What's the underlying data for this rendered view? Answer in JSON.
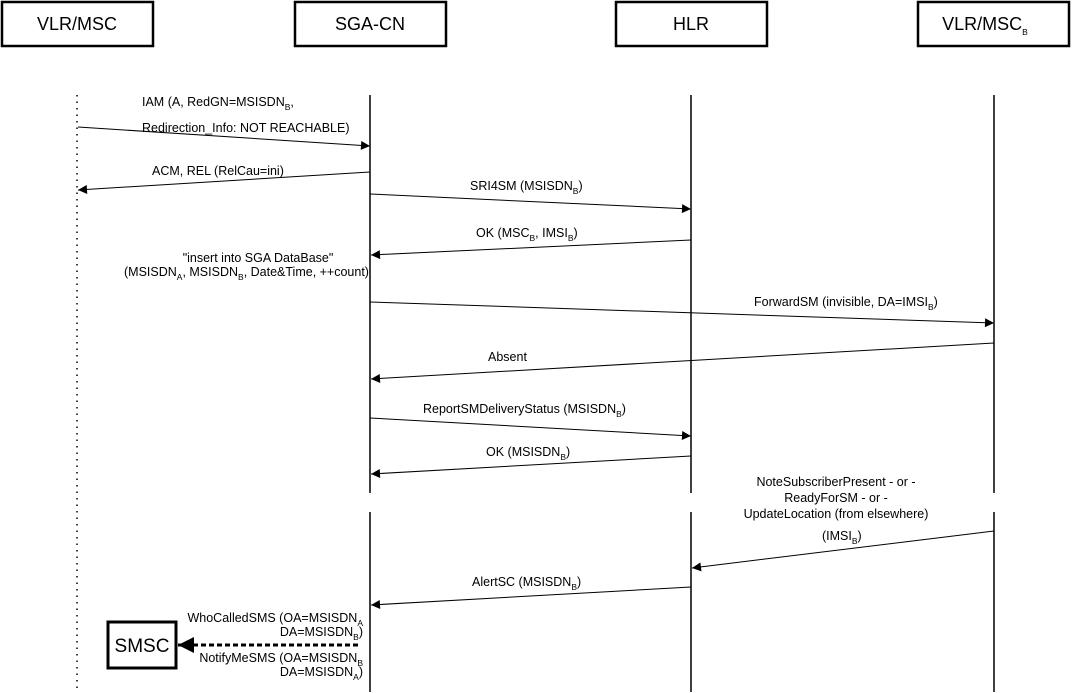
{
  "entities": {
    "vlr_msc": "VLR/MSC",
    "sga_cn": "SGA-CN",
    "hlr": "HLR",
    "vlr_msc_b_main": "VLR/MSC",
    "vlr_msc_b_sub": "B"
  },
  "smsc": "SMSC",
  "messages": {
    "iam_l1a": "IAM (A, RedGN=MSISDN",
    "iam_l1b": "B",
    "iam_l1c": ",",
    "iam_l2": "Redirection_Info: NOT REACHABLE)",
    "acm": "ACM, REL (RelCau=ini)",
    "sri4sm_a": "SRI4SM (MSISDN",
    "sri4sm_b": "B",
    "sri4sm_c": ")",
    "ok1_a": "OK (MSC",
    "ok1_b": "B",
    "ok1_c": ", IMSI",
    "ok1_d": "B",
    "ok1_e": ")",
    "insert_l1": "\"insert into SGA DataBase\"",
    "insert_l2a": "(MSISDN",
    "insert_l2b": "A",
    "insert_l2c": ", MSISDN",
    "insert_l2d": "B",
    "insert_l2e": ", Date&Time, ++count)",
    "fwd_a": "ForwardSM (invisible, DA=IMSI",
    "fwd_b": "B",
    "fwd_c": ")",
    "absent": "Absent",
    "report_a": "ReportSMDeliveryStatus (MSISDN",
    "report_b": "B",
    "report_c": ")",
    "ok2_a": "OK (MSISDN",
    "ok2_b": "B",
    "ok2_c": ")",
    "note_l1": "NoteSubscriberPresent - or -",
    "note_l2": "ReadyForSM - or -",
    "note_l3": "UpdateLocation (from elsewhere)",
    "note_l4a": "(IMSI",
    "note_l4b": "B",
    "note_l4c": ")",
    "alert_a": "AlertSC (MSISDN",
    "alert_b": "B",
    "alert_c": ")",
    "who_l1a": "WhoCalledSMS (OA=MSISDN",
    "who_l1b": "A",
    "who_l2a": "DA=MSISDN",
    "who_l2b": "B",
    "who_l2c": ")",
    "notify_l1a": "NotifyMeSMS (OA=MSISDN",
    "notify_l1b": "B",
    "notify_l2a": "DA=MSISDN",
    "notify_l2b": "A",
    "notify_l2c": ")"
  }
}
